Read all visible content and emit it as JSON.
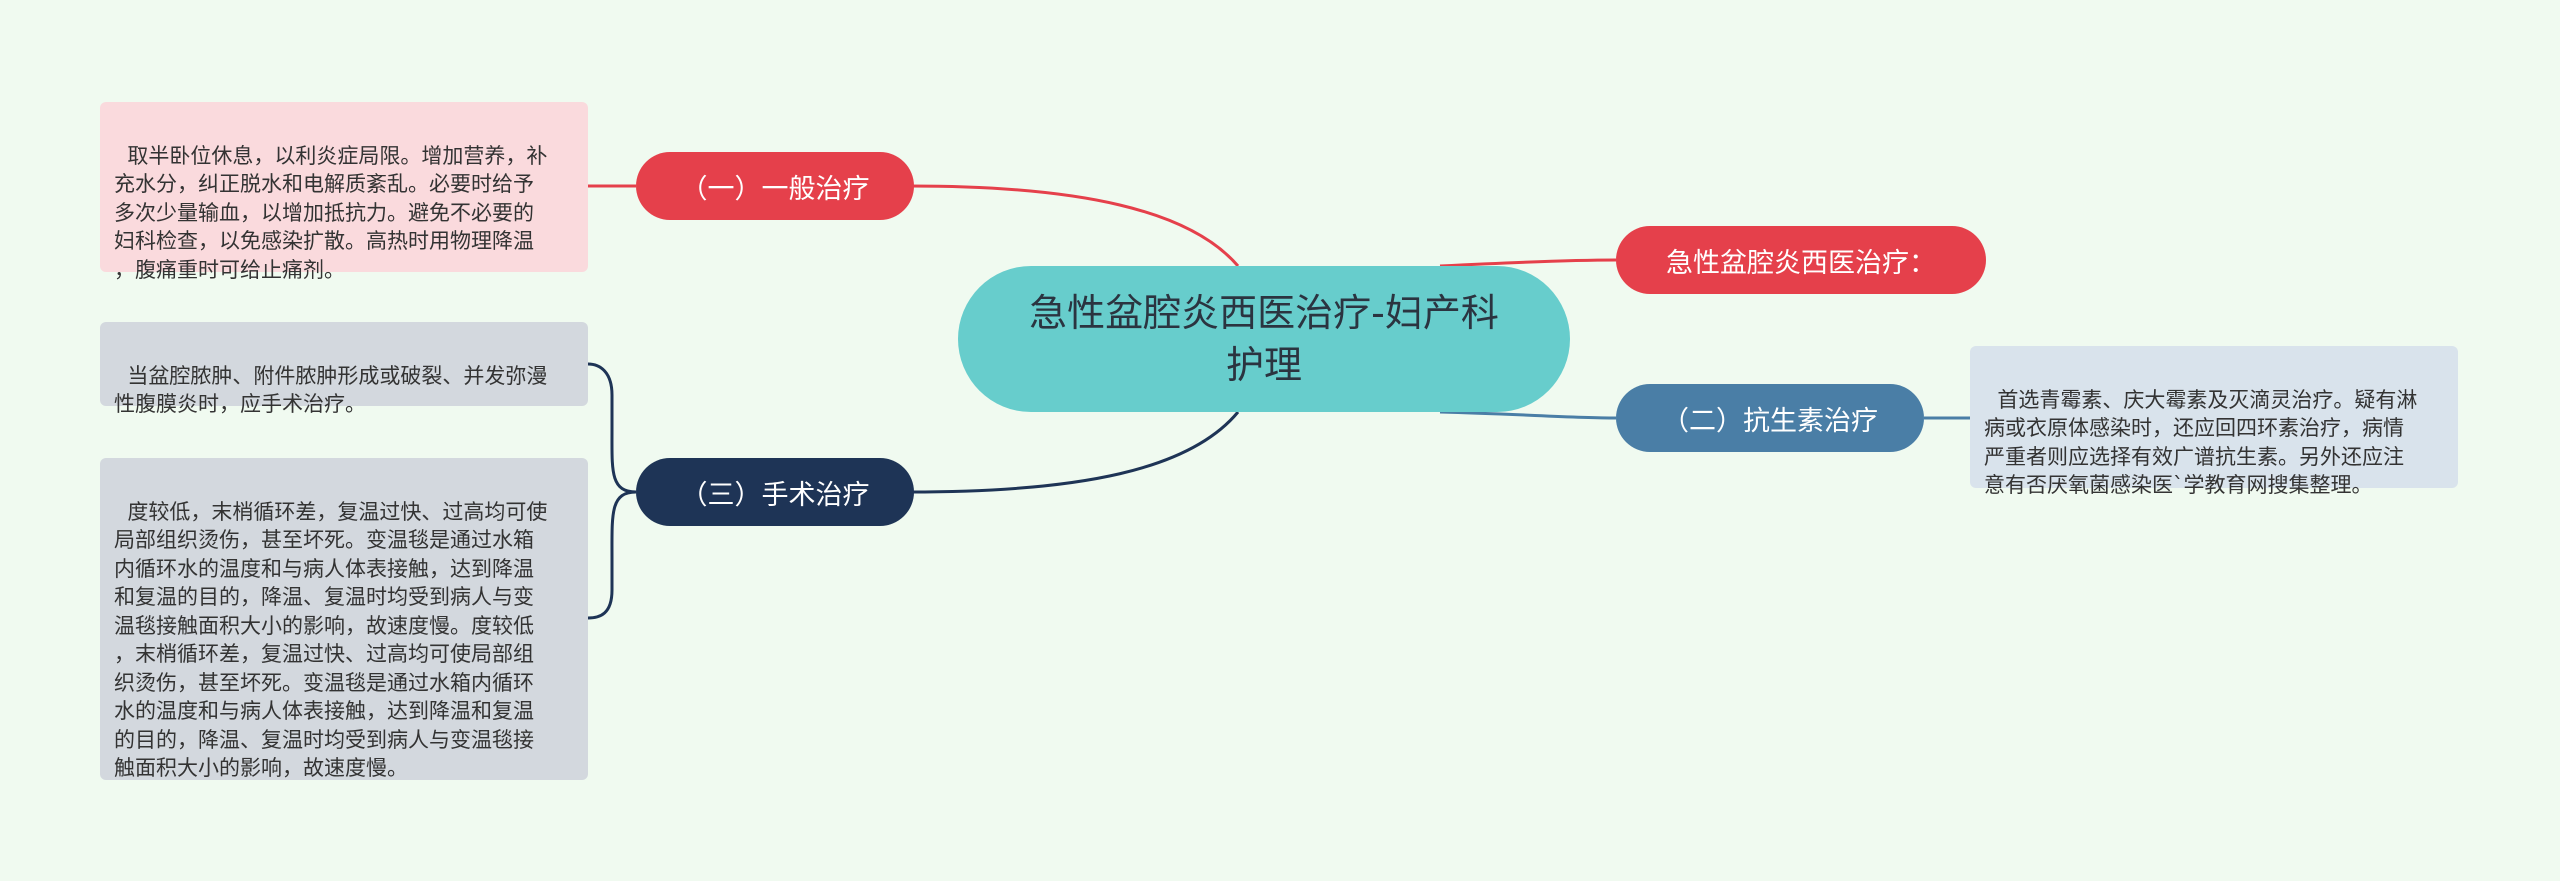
{
  "center": {
    "title": "急性盆腔炎西医治疗-妇产科护理"
  },
  "branches": {
    "general": {
      "label": "（一）一般治疗",
      "color": "#e5404b",
      "note": "取半卧位休息，以利炎症局限。增加营养，补\n充水分，纠正脱水和电解质紊乱。必要时给予\n多次少量输血，以增加抵抗力。避免不必要的\n妇科检查，以免感染扩散。高热时用物理降温\n，腹痛重时可给止痛剂。",
      "note_bg": "#fadadd"
    },
    "surgery": {
      "label": "（三）手术治疗",
      "color": "#1e3456",
      "notes": [
        "当盆腔脓肿、附件脓肿形成或破裂、并发弥漫\n性腹膜炎时，应手术治疗。",
        "度较低，末梢循环差，复温过快、过高均可使\n局部组织烫伤，甚至坏死。变温毯是通过水箱\n内循环水的温度和与病人体表接触，达到降温\n和复温的目的，降温、复温时均受到病人与变\n温毯接触面积大小的影响，故速度慢。度较低\n，末梢循环差，复温过快、过高均可使局部组\n织烫伤，甚至坏死。变温毯是通过水箱内循环\n水的温度和与病人体表接触，达到降温和复温\n的目的，降温、复温时均受到病人与变温毯接\n触面积大小的影响，故速度慢。"
      ],
      "note_bg": "#d3d8de"
    },
    "western": {
      "label": "急性盆腔炎西医治疗：",
      "color": "#e5404b"
    },
    "antibiotic": {
      "label": "（二）抗生素治疗",
      "color": "#4a7ea6",
      "note": "首选青霉素、庆大霉素及灭滴灵治疗。疑有淋\n病或衣原体感染时，还应回四环素治疗，病情\n严重者则应选择有效广谱抗生素。另外还应注\n意有否厌氧菌感染医`学教育网搜集整理。",
      "note_bg": "#d9e3ec"
    }
  }
}
